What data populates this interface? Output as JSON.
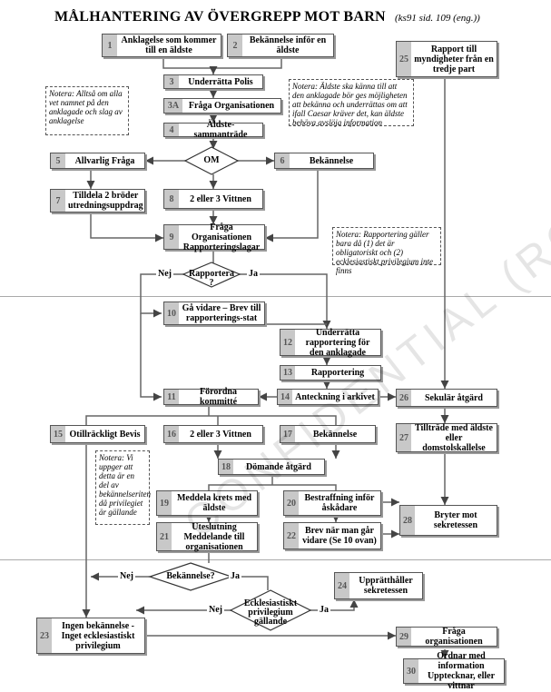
{
  "title": "MÅLHANTERING AV ÖVERGREPP MOT BARN",
  "reference": "(ks91 sid. 109 (eng.))",
  "watermark": "CONFIDENTIAL (RC)",
  "boxes": [
    {
      "id": "1",
      "text": "Anklagelse som kommer till en äldste"
    },
    {
      "id": "2",
      "text": "Bekännelse inför en äldste"
    },
    {
      "id": "3",
      "text": "Underrätta Polis"
    },
    {
      "id": "3A",
      "text": "Fråga Organisationen"
    },
    {
      "id": "4",
      "text": "Äldste-sammanträde"
    },
    {
      "id": "5",
      "text": "Allvarlig Fråga"
    },
    {
      "id": "6",
      "text": "Bekännelse"
    },
    {
      "id": "7",
      "text": "Tilldela 2 bröder utredningsuppdrag"
    },
    {
      "id": "8",
      "text": "2 eller 3 Vittnen"
    },
    {
      "id": "9",
      "text": "Fråga Organisationen Rapporteringslagar"
    },
    {
      "id": "10",
      "text": "Gå vidare – Brev till rapporterings-stat"
    },
    {
      "id": "11",
      "text": "Förordna kommitté"
    },
    {
      "id": "12",
      "text": "Underrätta rapportering för den anklagade"
    },
    {
      "id": "13",
      "text": "Rapportering"
    },
    {
      "id": "14",
      "text": "Anteckning i arkivet"
    },
    {
      "id": "15",
      "text": "Otillräckligt Bevis"
    },
    {
      "id": "16",
      "text": "2 eller 3 Vittnen"
    },
    {
      "id": "17",
      "text": "Bekännelse"
    },
    {
      "id": "18",
      "text": "Dömande åtgärd"
    },
    {
      "id": "19",
      "text": "Meddela krets med äldste"
    },
    {
      "id": "20",
      "text": "Bestraffning inför åskådare"
    },
    {
      "id": "21",
      "text": "Uteslutning Meddelande till organisationen"
    },
    {
      "id": "22",
      "text": "Brev när man går vidare (Se 10 ovan)"
    },
    {
      "id": "23",
      "text": "Ingen bekännelse - Inget ecklesiastiskt privilegium"
    },
    {
      "id": "24",
      "text": "Upprätthåller sekretessen"
    },
    {
      "id": "25",
      "text": "Rapport till myndigheter från en tredje part"
    },
    {
      "id": "26",
      "text": "Sekulär åtgärd"
    },
    {
      "id": "27",
      "text": "Tillträde med äldste eller domstolskallelse"
    },
    {
      "id": "28",
      "text": "Bryter mot sekretessen"
    },
    {
      "id": "29",
      "text": "Fråga organisationen"
    },
    {
      "id": "30",
      "text": "Ordnar med information Upptecknar, eller vittnar"
    }
  ],
  "decisions": {
    "om": "OM",
    "rapportera": "Rapportera ?",
    "bekannelse": "Bekännelse?",
    "privilegium": "Ecklesiastiskt privilegium gällande"
  },
  "edge_labels": {
    "nej": "Nej",
    "ja": "Ja"
  },
  "notes": [
    {
      "id": "left",
      "text": "Notera: Alltså om alla vet namnet på den anklagade och slag av anklagelse"
    },
    {
      "id": "top",
      "text": "Notera: Äldste ska känna till att den anklagade bör ges möjligheten att bekänna och underrättas om att ifall Caesar kräver det, kan äldste behöva avslöja information"
    },
    {
      "id": "right",
      "text": "Notera: Rapportering gäller bara då (1) det är obligatoriskt och (2) ecklesiastiskt privilegium inte finns"
    },
    {
      "id": "bottom",
      "text": "Notera: Vi uppger att detta är en del av bekännelseriten då privilegiet är gällande"
    }
  ]
}
